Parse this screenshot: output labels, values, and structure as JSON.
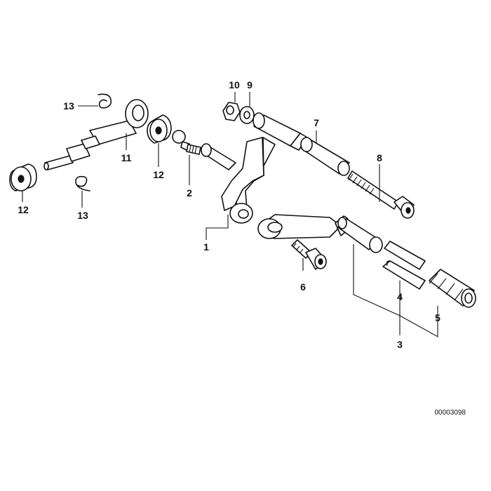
{
  "diagram": {
    "id": "00003098",
    "callouts": {
      "c1": "1",
      "c2": "2",
      "c3": "3",
      "c4": "4",
      "c5": "5",
      "c6": "6",
      "c7": "7",
      "c8": "8",
      "c9": "9",
      "c10": "10",
      "c11": "11",
      "c12a": "12",
      "c12b": "12",
      "c13a": "13",
      "c13b": "13"
    }
  }
}
